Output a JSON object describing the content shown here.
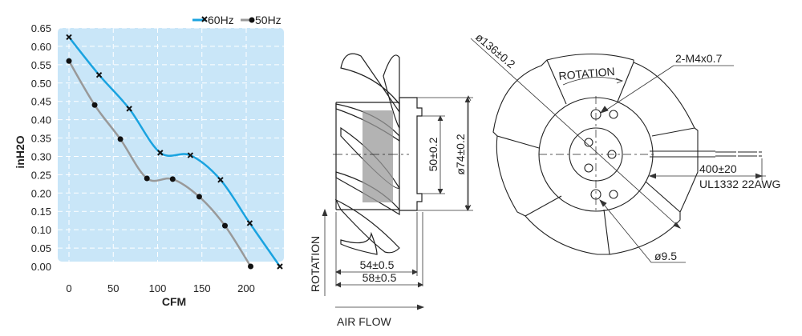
{
  "chart_data": {
    "type": "line",
    "title": "",
    "xlabel": "CFM",
    "ylabel": "inH2O",
    "xlim": [
      0,
      240
    ],
    "ylim": [
      0,
      0.65
    ],
    "xticks": [
      "0",
      "50",
      "100",
      "150",
      "200"
    ],
    "xtick_values": [
      0,
      50,
      100,
      150,
      200
    ],
    "yticks": [
      "0.00",
      "0.05",
      "0.10",
      "0.15",
      "0.20",
      "0.25",
      "0.30",
      "0.35",
      "0.40",
      "0.45",
      "0.50",
      "0.55",
      "0.60",
      "0.65"
    ],
    "ytick_values": [
      0,
      0.05,
      0.1,
      0.15,
      0.2,
      0.25,
      0.3,
      0.35,
      0.4,
      0.45,
      0.5,
      0.55,
      0.6,
      0.65
    ],
    "grid": true,
    "legend_position": "top-right",
    "background": "#c9e6f8",
    "series": [
      {
        "name": "60Hz",
        "color": "#1aa3e0",
        "marker": "x",
        "x": [
          0,
          34,
          68,
          103,
          137,
          171,
          204,
          238
        ],
        "y": [
          0.625,
          0.522,
          0.43,
          0.31,
          0.303,
          0.236,
          0.118,
          0.0
        ]
      },
      {
        "name": "50Hz",
        "color": "#999999",
        "marker": "dot",
        "x": [
          0,
          29,
          58,
          88,
          117,
          147,
          176,
          205
        ],
        "y": [
          0.56,
          0.44,
          0.347,
          0.24,
          0.238,
          0.19,
          0.111,
          0.0
        ]
      }
    ]
  },
  "drawing": {
    "side_view": {
      "dim_50": "50±0.2",
      "dim_74": "ø74±0.2",
      "dim_54": "54±0.5",
      "dim_58": "58±0.5",
      "rotation_label": "ROTATION",
      "airflow_label": "AIR FLOW"
    },
    "front_view": {
      "dim_136": "ø136±0.2",
      "rotation_label": "ROTATION",
      "screw_label": "2-M4x0.7",
      "lead_length": "400±20",
      "wire_spec": "UL1332 22AWG",
      "hole_dim": "ø9.5"
    }
  }
}
